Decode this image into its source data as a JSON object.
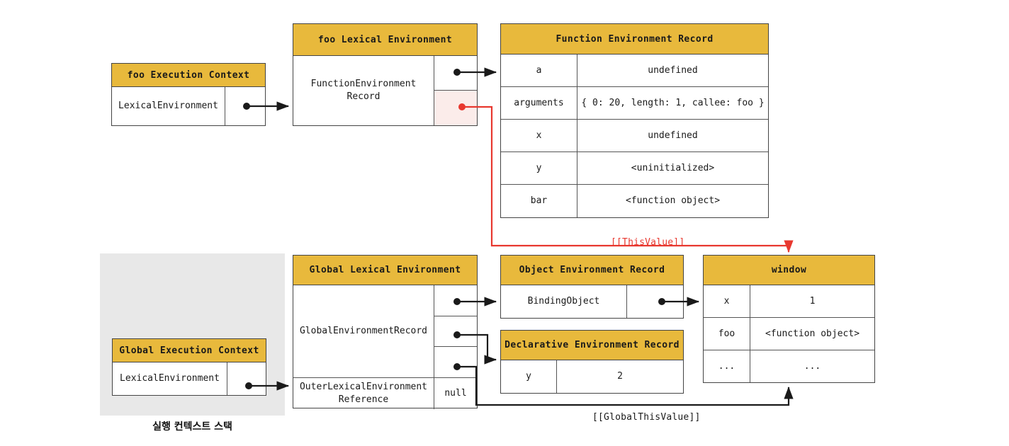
{
  "diagram": {
    "title_label": "실행 컨텍스트 스택",
    "colors": {
      "header_yellow": "#e8b93c",
      "stack_gray": "#e8e8e8",
      "highlight_pink": "#fbecea",
      "red_arrow": "#e8382f",
      "black_arrow": "#1a1a1a",
      "border": "#444444"
    },
    "foo_execution_context": {
      "header": "foo Execution Context",
      "rows": [
        {
          "label": "LexicalEnvironment",
          "value": ""
        }
      ]
    },
    "foo_lexical_environment": {
      "header": "foo Lexical Environment",
      "rows": [
        {
          "label": "FunctionEnvironment Record",
          "ptr_top": "",
          "ptr_bottom": ""
        }
      ]
    },
    "function_environment_record": {
      "header": "Function Environment Record",
      "rows": [
        {
          "name": "a",
          "value": "undefined"
        },
        {
          "name": "arguments",
          "value": "{ 0: 20, length: 1, callee: foo }"
        },
        {
          "name": "x",
          "value": "undefined"
        },
        {
          "name": "y",
          "value": "<uninitialized>"
        },
        {
          "name": "bar",
          "value": "<function object>"
        }
      ]
    },
    "global_execution_context": {
      "header": "Global Execution Context",
      "rows": [
        {
          "label": "LexicalEnvironment",
          "value": ""
        }
      ]
    },
    "global_lexical_environment": {
      "header": "Global Lexical Environment",
      "rows": [
        {
          "label": "GlobalEnvironmentRecord",
          "slots": [
            "",
            "",
            ""
          ]
        },
        {
          "label": "OuterLexicalEnvironment Reference",
          "value": "null"
        }
      ]
    },
    "object_environment_record": {
      "header": "Object Environment Record",
      "rows": [
        {
          "name": "BindingObject",
          "value": ""
        }
      ]
    },
    "declarative_environment_record": {
      "header": "Declarative Environment Record",
      "rows": [
        {
          "name": "y",
          "value": "2"
        }
      ]
    },
    "window_object": {
      "header": "window",
      "rows": [
        {
          "name": "x",
          "value": "1"
        },
        {
          "name": "foo",
          "value": "<function object>"
        },
        {
          "name": "...",
          "value": "..."
        }
      ]
    },
    "edge_labels": {
      "this_value": "[[ThisValue]]",
      "global_this_value": "[[GlobalThisValue]]"
    }
  }
}
